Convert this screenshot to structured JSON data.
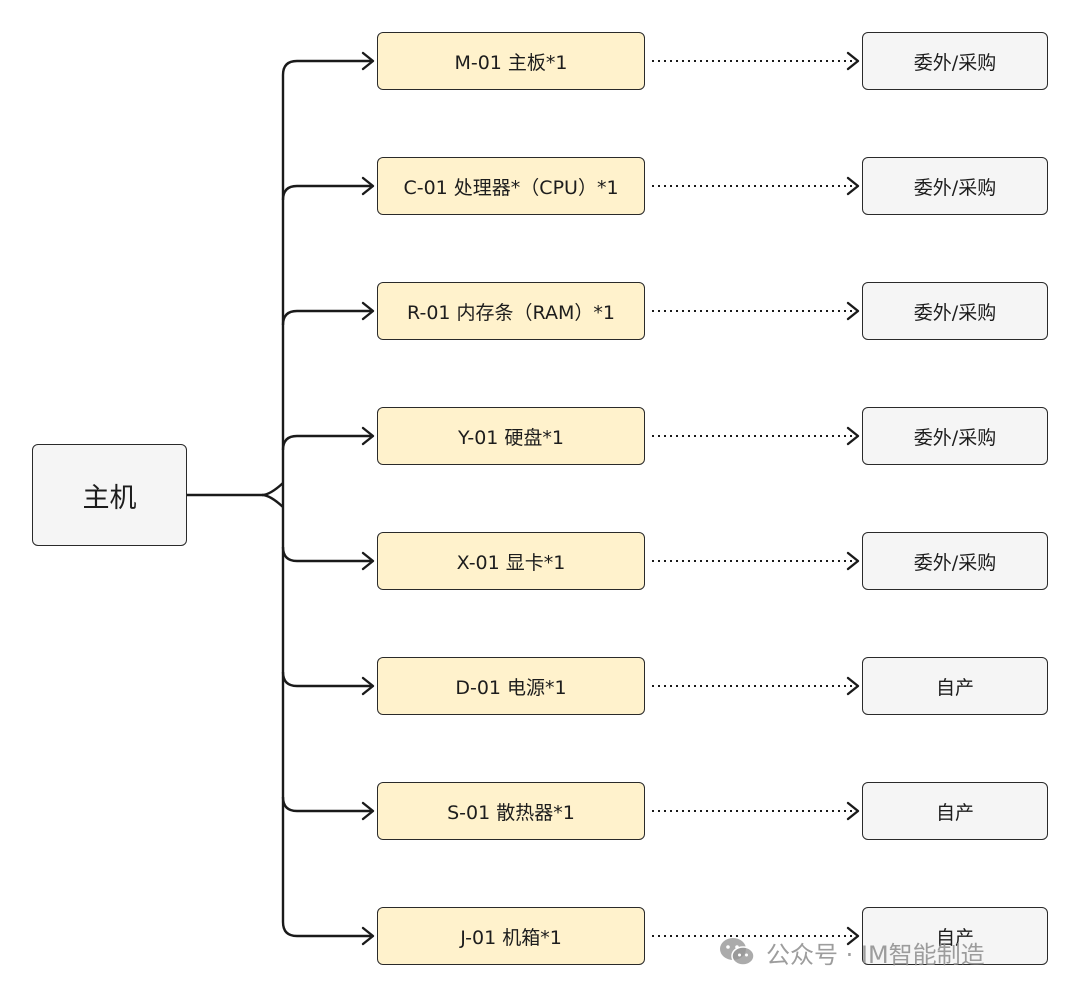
{
  "root": {
    "label": "主机"
  },
  "parts": [
    {
      "label": "M-01 主板*1",
      "source": "委外/采购"
    },
    {
      "label": "C-01 处理器*（CPU）*1",
      "source": "委外/采购"
    },
    {
      "label": "R-01 内存条（RAM）*1",
      "source": "委外/采购"
    },
    {
      "label": "Y-01 硬盘*1",
      "source": "委外/采购"
    },
    {
      "label": "X-01 显卡*1",
      "source": "委外/采购"
    },
    {
      "label": "D-01 电源*1",
      "source": "自产"
    },
    {
      "label": "S-01 散热器*1",
      "source": "自产"
    },
    {
      "label": "J-01 机箱*1",
      "source": "自产"
    }
  ],
  "watermark": {
    "text": "公众号 · IM智能制造",
    "icon": "wechat-icon"
  },
  "colors": {
    "part_fill": "#fff2cc",
    "source_fill": "#f5f5f5",
    "root_fill": "#f5f5f5",
    "stroke": "#1a1a1a"
  }
}
